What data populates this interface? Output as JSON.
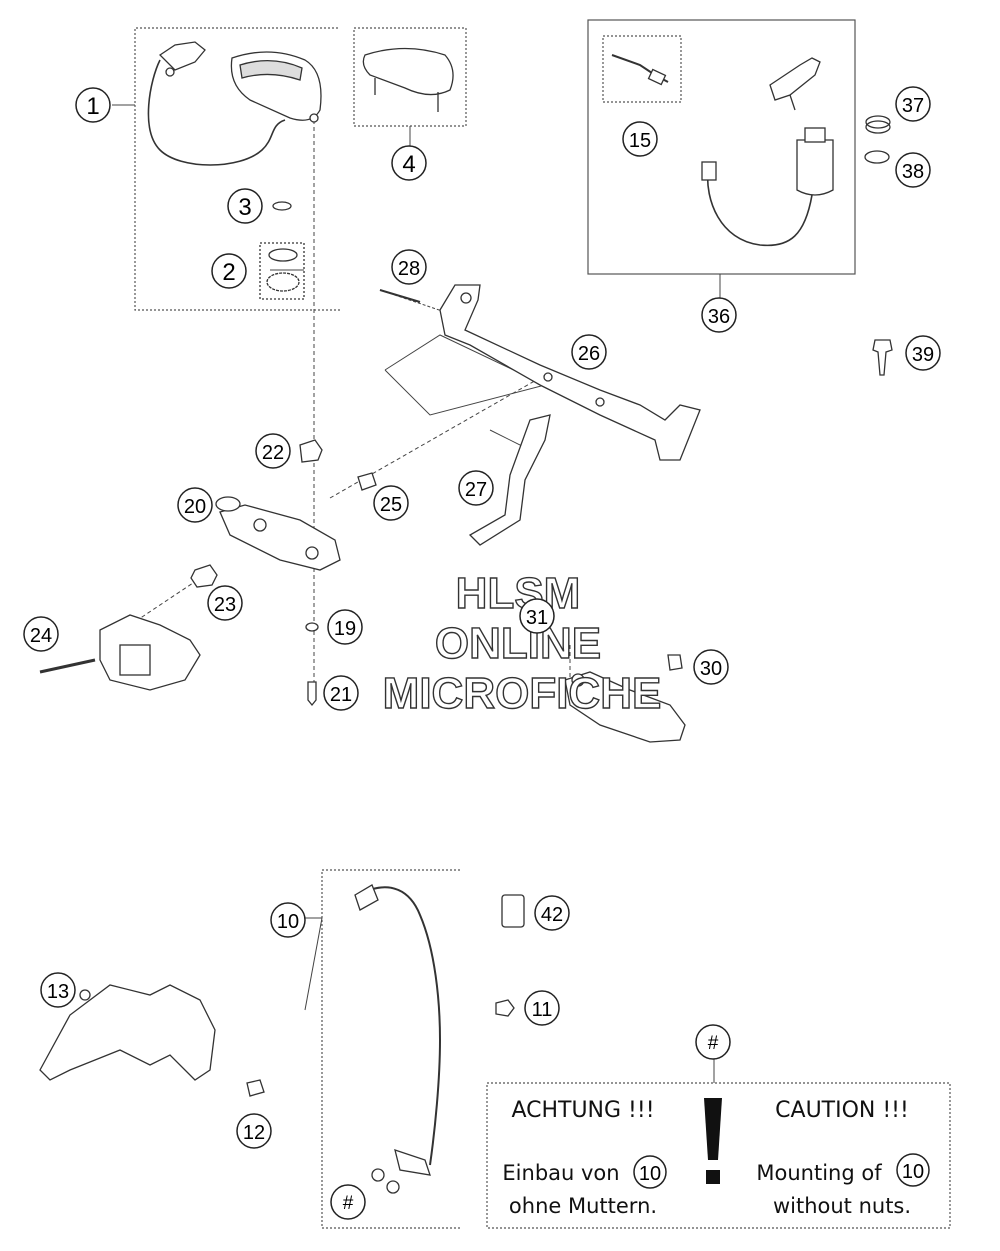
{
  "callouts": {
    "c1": "1",
    "c2": "2",
    "c3": "3",
    "c4": "4",
    "c10": "10",
    "c11": "11",
    "c12": "12",
    "c13": "13",
    "c15": "15",
    "c19": "19",
    "c20": "20",
    "c21": "21",
    "c22": "22",
    "c23": "23",
    "c24": "24",
    "c25": "25",
    "c26": "26",
    "c27": "27",
    "c28": "28",
    "c30": "30",
    "c31": "31",
    "c36": "36",
    "c37": "37",
    "c38": "38",
    "c39": "39",
    "c42": "42",
    "hash_top": "#",
    "hash_bottom": "#"
  },
  "watermark": {
    "line1": "HLSM",
    "line2": "ONLINE",
    "line3": "MICROFICHE"
  },
  "notice": {
    "de_title": "ACHTUNG !!!",
    "de_line1": "Einbau von",
    "de_ref": "10",
    "de_line2": "ohne Muttern.",
    "en_title": "CAUTION !!!",
    "en_line1": "Mounting of",
    "en_ref": "10",
    "en_line2": "without nuts."
  }
}
